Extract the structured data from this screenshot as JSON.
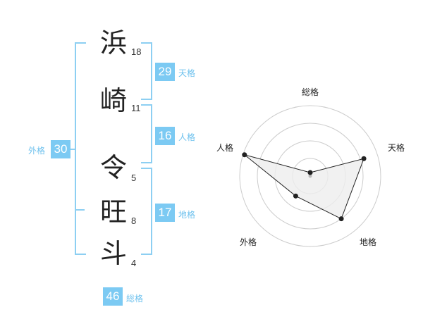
{
  "name": {
    "chars": [
      {
        "char": "浜",
        "strokes": "18"
      },
      {
        "char": "崎",
        "strokes": "11"
      },
      {
        "char": "令",
        "strokes": "5"
      },
      {
        "char": "旺",
        "strokes": "8"
      },
      {
        "char": "斗",
        "strokes": "4"
      }
    ]
  },
  "kaku": {
    "tenkaku": {
      "value": "29",
      "label": "天格"
    },
    "jinkaku": {
      "value": "16",
      "label": "人格"
    },
    "chikaku": {
      "value": "17",
      "label": "地格"
    },
    "gaikaku": {
      "value": "30",
      "label": "外格"
    },
    "soukaku": {
      "value": "46",
      "label": "総格"
    }
  },
  "colors": {
    "accent": "#7ccaf3",
    "bracket": "#8dcff2",
    "radar_fill": "#eeeeee"
  },
  "chart_data": {
    "type": "radar",
    "axes": [
      "総格",
      "天格",
      "地格",
      "外格",
      "人格"
    ],
    "values": [
      0.05,
      0.8,
      0.75,
      0.35,
      0.98
    ],
    "rings": 4,
    "range": [
      0,
      1
    ]
  }
}
